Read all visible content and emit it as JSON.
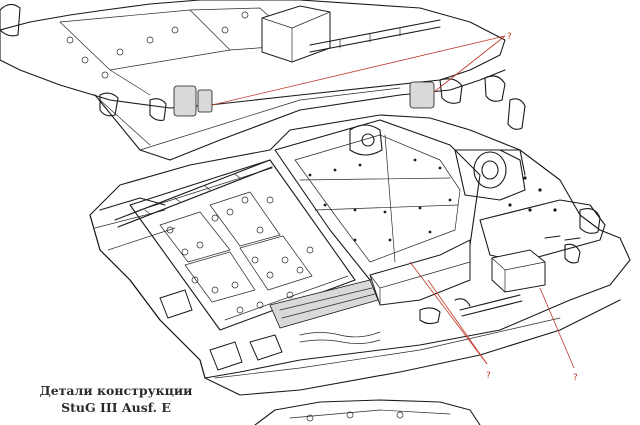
{
  "caption": {
    "line1": "Детали конструкции",
    "line2": "StuG III Ausf. E"
  },
  "annotations": [
    {
      "id": "q-top",
      "text": "?"
    },
    {
      "id": "q-bottom-left",
      "text": "?"
    },
    {
      "id": "q-bottom-right",
      "text": "?"
    }
  ],
  "colors": {
    "ink": "#1a1a1a",
    "leader": "#c0392b",
    "caption": "#2b2b2b"
  }
}
